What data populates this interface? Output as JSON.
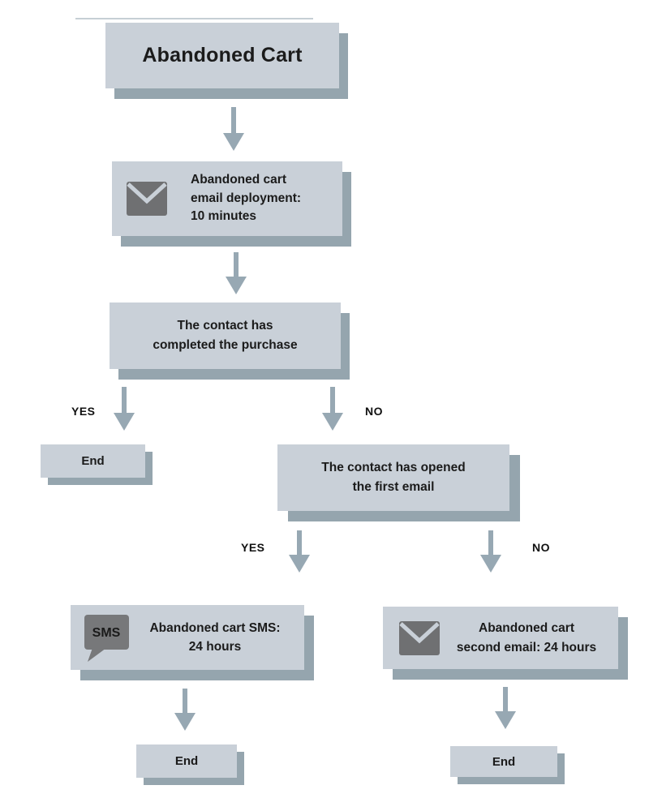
{
  "diagram": {
    "type": "flowchart",
    "title": "Abandoned Cart",
    "nodes": {
      "start": {
        "label": "Abandoned Cart"
      },
      "email_deploy": {
        "label": "Abandoned cart\nemail deployment:\n10 minutes",
        "icon": "email-icon"
      },
      "purchase_check": {
        "label": "The contact has\ncompleted the purchase"
      },
      "end_purchase": {
        "label": "End"
      },
      "open_check": {
        "label": "The contact has opened\nthe first email"
      },
      "sms_node": {
        "label": "Abandoned cart SMS:\n24 hours",
        "icon": "sms-icon",
        "icon_label": "SMS"
      },
      "second_email": {
        "label": "Abandoned cart\nsecond email: 24 hours",
        "icon": "email-icon"
      },
      "end_sms": {
        "label": "End"
      },
      "end_email": {
        "label": "End"
      }
    },
    "branch_labels": {
      "purchase_yes": "YES",
      "purchase_no": "NO",
      "open_yes": "YES",
      "open_no": "NO"
    },
    "colors": {
      "node_fill": "#c9d0d8",
      "node_shadow": "#95a5ae",
      "arrow": "#97a8b3",
      "icon_gray": "#6f7072",
      "text": "#1b1b1b"
    }
  }
}
